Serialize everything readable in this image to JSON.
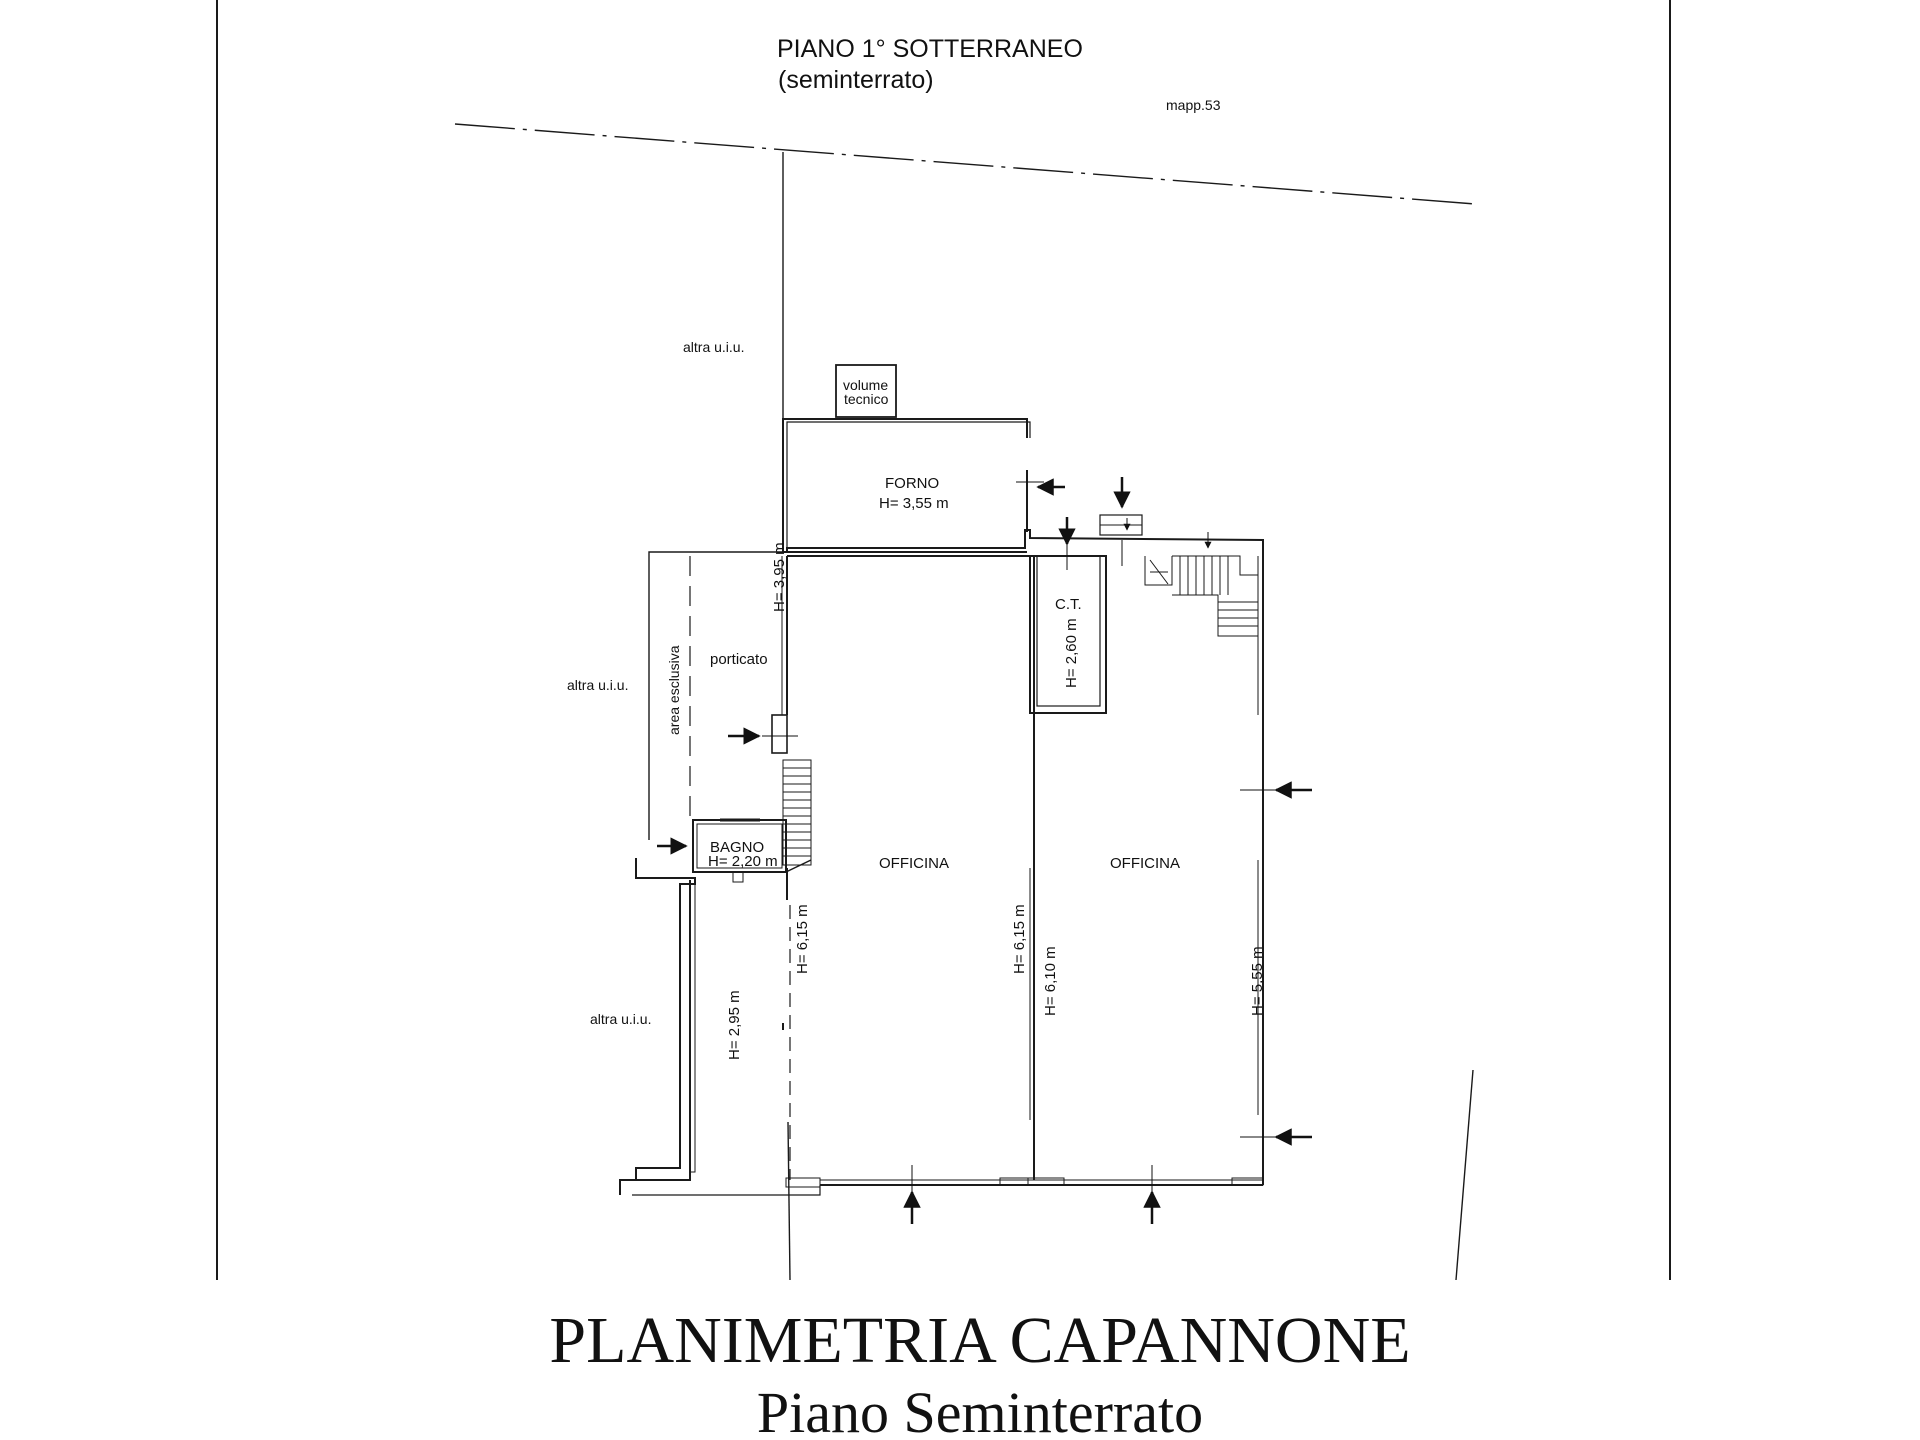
{
  "header": {
    "floor_label": "PIANO 1° SOTTERRANEO",
    "floor_sublabel": "(seminterrato)",
    "parcel": "mapp.53"
  },
  "rooms": {
    "volume_tecnico_1": "volume",
    "volume_tecnico_2": "tecnico",
    "forno": "FORNO",
    "forno_h": "H= 3,55 m",
    "ct": "C.T.",
    "ct_h": "H= 2,60 m",
    "porticato": "porticato",
    "area_esclusiva": "area esclusiva",
    "bagno": "BAGNO",
    "bagno_h": "H= 2,20 m",
    "officina_left": "OFFICINA",
    "officina_right": "OFFICINA"
  },
  "heights": {
    "h395": "H= 3,95 m",
    "h615_left": "H= 6,15 m",
    "h615_mid": "H= 6,15 m",
    "h610": "H= 6,10 m",
    "h555": "H= 5,55 m",
    "h295": "H= 2,95 m"
  },
  "neighbors": {
    "top": "altra u.i.u.",
    "middle": "altra u.i.u.",
    "bottom": "altra u.i.u."
  },
  "title": {
    "main": "PLANIMETRIA CAPANNONE",
    "sub": "Piano Seminterrato"
  },
  "colors": {
    "ink": "#1a1a1a",
    "background": "#ffffff"
  }
}
